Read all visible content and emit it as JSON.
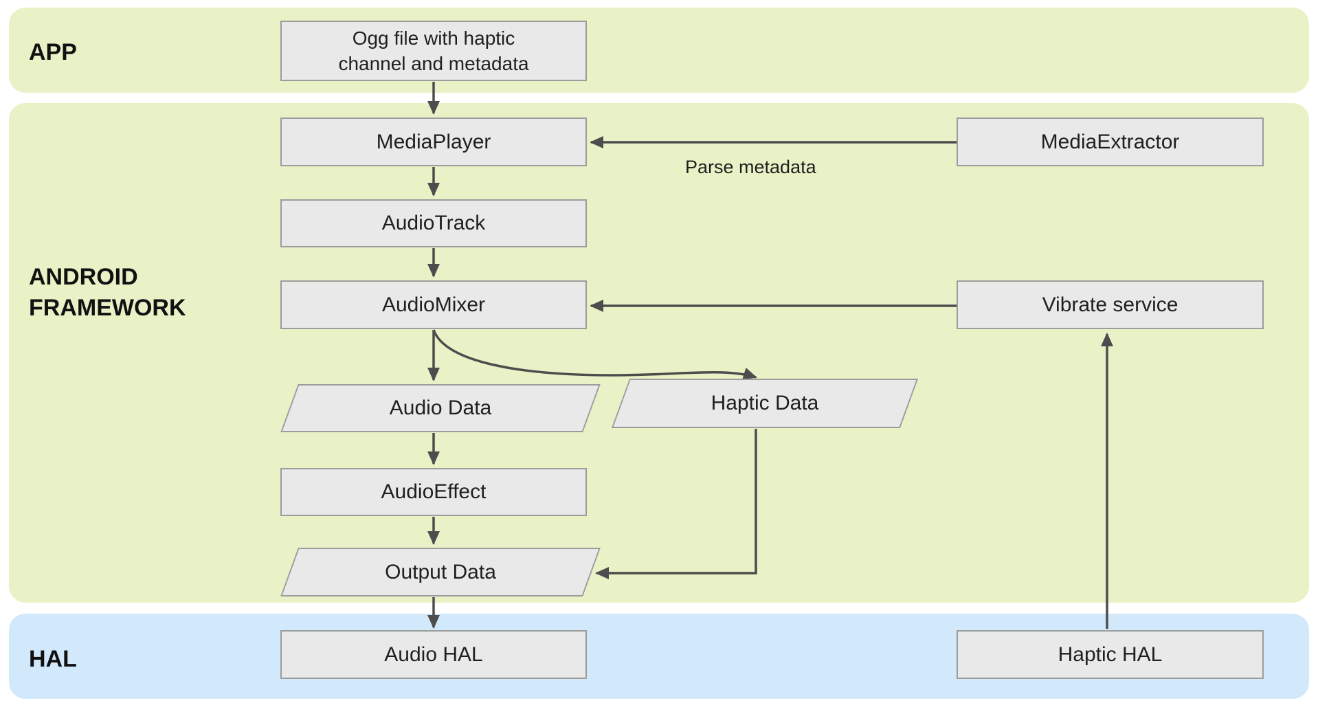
{
  "bands": {
    "app": {
      "label": "APP"
    },
    "framework": {
      "label": "ANDROID\nFRAMEWORK"
    },
    "hal": {
      "label": "HAL"
    }
  },
  "nodes": {
    "ogg_file": {
      "label": "Ogg file with haptic\nchannel and metadata",
      "shape": "rectangle"
    },
    "media_player": {
      "label": "MediaPlayer",
      "shape": "rectangle"
    },
    "media_extractor": {
      "label": "MediaExtractor",
      "shape": "rectangle"
    },
    "audio_track": {
      "label": "AudioTrack",
      "shape": "rectangle"
    },
    "audio_mixer": {
      "label": "AudioMixer",
      "shape": "rectangle"
    },
    "vibrate_service": {
      "label": "Vibrate service",
      "shape": "rectangle"
    },
    "audio_data": {
      "label": "Audio Data",
      "shape": "parallelogram"
    },
    "haptic_data": {
      "label": "Haptic Data",
      "shape": "parallelogram"
    },
    "audio_effect": {
      "label": "AudioEffect",
      "shape": "rectangle"
    },
    "output_data": {
      "label": "Output Data",
      "shape": "parallelogram"
    },
    "audio_hal": {
      "label": "Audio HAL",
      "shape": "rectangle"
    },
    "haptic_hal": {
      "label": "Haptic HAL",
      "shape": "rectangle"
    }
  },
  "edges": {
    "parse_metadata": {
      "label": "Parse metadata"
    },
    "connections": [
      {
        "from": "ogg_file",
        "to": "media_player"
      },
      {
        "from": "media_extractor",
        "to": "media_player",
        "label": "Parse metadata"
      },
      {
        "from": "media_player",
        "to": "audio_track"
      },
      {
        "from": "audio_track",
        "to": "audio_mixer"
      },
      {
        "from": "vibrate_service",
        "to": "audio_mixer"
      },
      {
        "from": "audio_mixer",
        "to": "audio_data"
      },
      {
        "from": "audio_mixer",
        "to": "haptic_data"
      },
      {
        "from": "audio_data",
        "to": "audio_effect"
      },
      {
        "from": "audio_effect",
        "to": "output_data"
      },
      {
        "from": "haptic_data",
        "to": "output_data"
      },
      {
        "from": "output_data",
        "to": "audio_hal"
      },
      {
        "from": "haptic_hal",
        "to": "vibrate_service"
      }
    ]
  },
  "colors": {
    "band_app": "#e9f2c6",
    "band_framework": "#e9f2c6",
    "band_hal": "#d2e9fb",
    "node_fill": "#e9e9e9",
    "node_border": "#9c9c9c",
    "arrow": "#4d4d4d",
    "text": "#1f1f1f"
  }
}
